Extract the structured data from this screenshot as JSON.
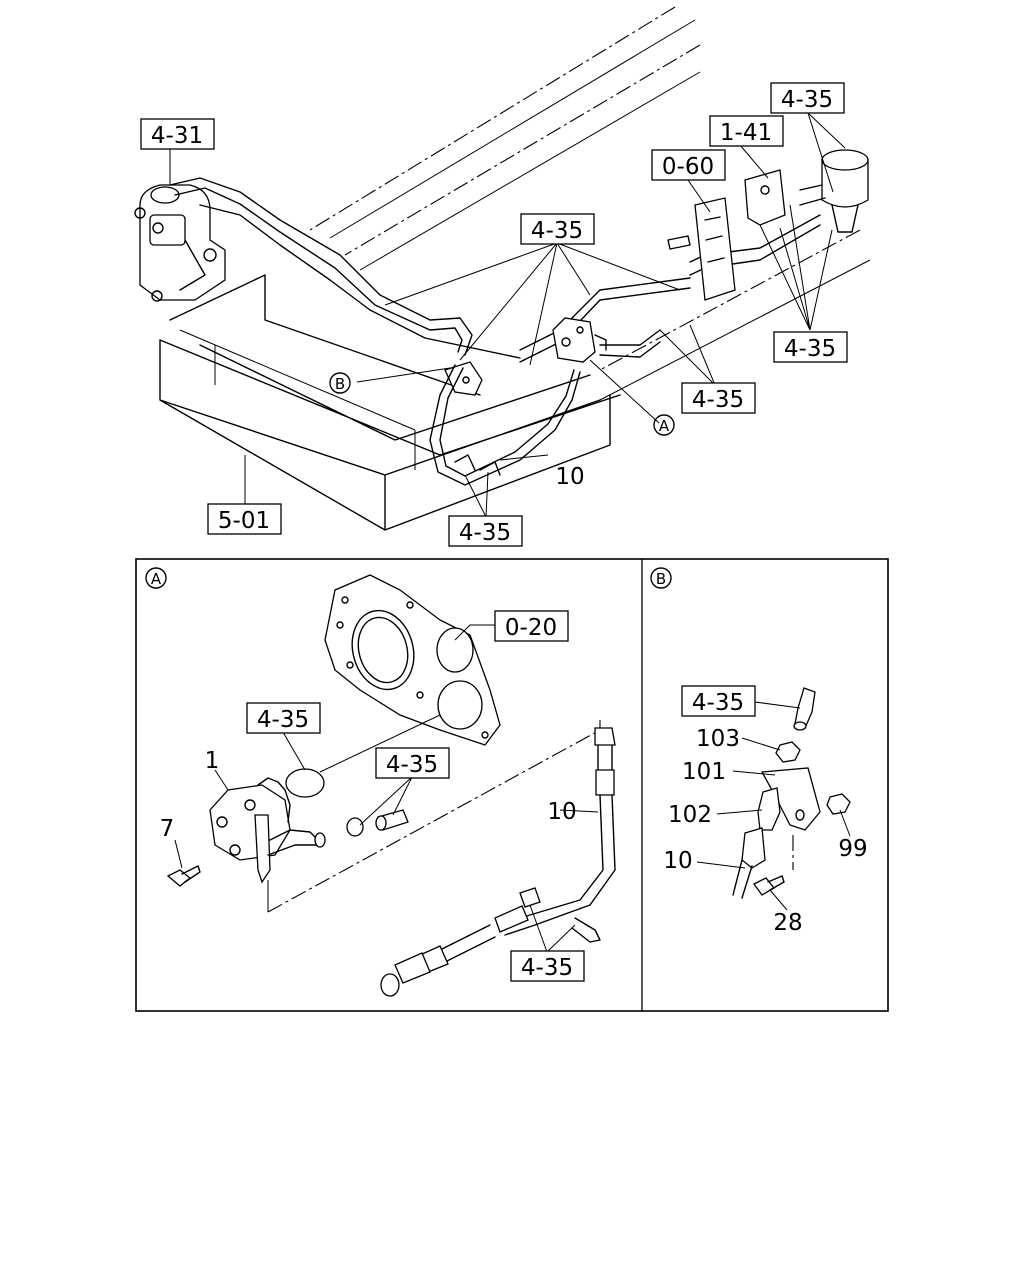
{
  "callouts": {
    "c_4_31": "4-31",
    "c_4_35_top": "4-35",
    "c_1_41": "1-41",
    "c_0_60": "0-60",
    "c_4_35_mid": "4-35",
    "c_4_35_right": "4-35",
    "c_4_35_lowright": "4-35",
    "c_5_01": "5-01",
    "c_4_35_bottom": "4-35",
    "c_0_20": "0-20",
    "c_4_35_a1": "4-35",
    "c_4_35_a2": "4-35",
    "c_4_35_a3": "4-35",
    "c_4_35_b": "4-35"
  },
  "part_numbers": {
    "p10_main": "10",
    "p1": "1",
    "p7": "7",
    "p10_a": "10",
    "p103": "103",
    "p101": "101",
    "p102": "102",
    "p10_b": "10",
    "p99": "99",
    "p28": "28"
  },
  "markers": {
    "A": "A",
    "B": "B"
  }
}
